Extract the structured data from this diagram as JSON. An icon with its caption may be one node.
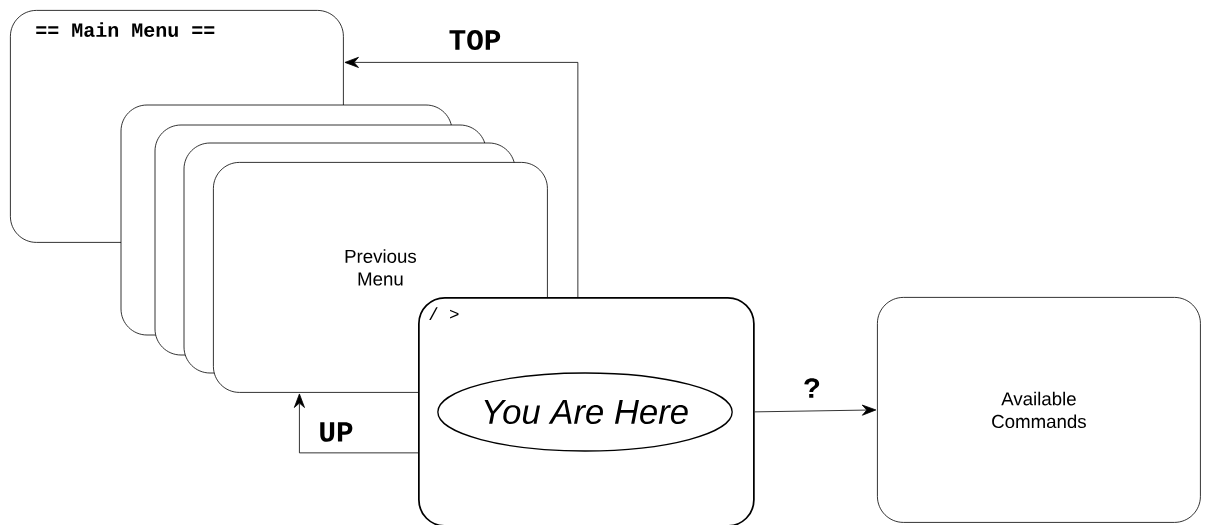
{
  "diagram": {
    "nodes": [
      {
        "text": [
          "== Main Menu =="
        ]
      },
      {
        "text": [
          "Previous Menu"
        ]
      },
      {
        "text": [
          "/ >"
        ]
      },
      {
        "text": [
          "You Are Here"
        ],
        "in": 2
      },
      {
        "text": [
          "Available Commands"
        ]
      }
    ],
    "edges": [
      {
        "from": 2,
        "to": 0,
        "arrow": "to",
        "label": "TOP"
      },
      {
        "from": 2,
        "to": 1,
        "arrow": "to",
        "label": "UP"
      },
      {
        "from": 2,
        "to": 4,
        "arrow": "to",
        "label": "?"
      }
    ]
  }
}
